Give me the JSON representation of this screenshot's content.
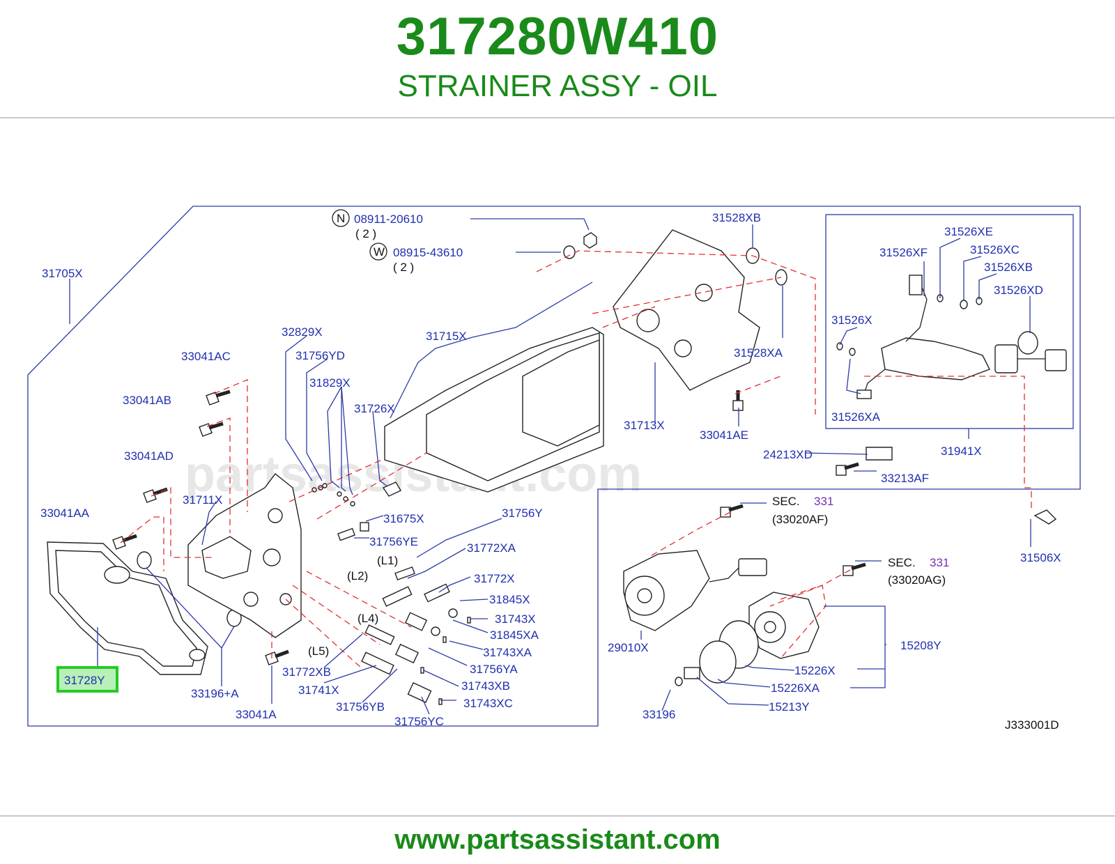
{
  "header": {
    "part_number": "317280W410",
    "part_name": "STRAINER ASSY - OIL"
  },
  "footer": {
    "url": "www.partsassistant.com"
  },
  "watermark": "partsassistant.com",
  "diagram": {
    "code": "J333001D",
    "highlight_color": "#22cc22",
    "labels": {
      "p31705X": "31705X",
      "p08911": "08911-20610",
      "p08911_qty": "( 2 )",
      "p08915": "08915-43610",
      "p08915_qty": "( 2 )",
      "sym_N": "N",
      "sym_W": "W",
      "p31528XB": "31528XB",
      "p31526XE": "31526XE",
      "p31526XF": "31526XF",
      "p31526XC": "31526XC",
      "p31526XB": "31526XB",
      "p31526XD": "31526XD",
      "p31526X": "31526X",
      "p31526XA": "31526XA",
      "p31528XA": "31528XA",
      "p32829X": "32829X",
      "p31756YD": "31756YD",
      "p31829X": "31829X",
      "p31715X": "31715X",
      "p31726X": "31726X",
      "p33041AC": "33041AC",
      "p33041AB": "33041AB",
      "p33041AD": "33041AD",
      "p31713X": "31713X",
      "p33041AE": "33041AE",
      "p24213XD": "24213XD",
      "p31941X": "31941X",
      "p33213AF": "33213AF",
      "p31711X": "31711X",
      "p31675X": "31675X",
      "p33041AA": "33041AA",
      "p31756Y": "31756Y",
      "p31756YE": "31756YE",
      "sec1": "SEC.",
      "sec1_num": "331",
      "sec1_ref": "(33020AF)",
      "p31506X": "31506X",
      "L1": "(L1)",
      "L2": "(L2)",
      "p31772XA": "31772XA",
      "p31772X": "31772X",
      "p31845X": "31845X",
      "p31743X": "31743X",
      "p31845XA": "31845XA",
      "L4": "(L4)",
      "p31743XA": "31743XA",
      "sec2": "SEC.",
      "sec2_num": "331",
      "sec2_ref": "(33020AG)",
      "L5": "(L5)",
      "p31756YA": "31756YA",
      "p29010X": "29010X",
      "p15208Y": "15208Y",
      "p31728Y": "31728Y",
      "p31772XB": "31772XB",
      "p31741X": "31741X",
      "p31743XB": "31743XB",
      "p15226X": "15226X",
      "p33196A": "33196+A",
      "p15226XA": "15226XA",
      "p31756YB": "31756YB",
      "p31743XC": "31743XC",
      "p33196": "33196",
      "p15213Y": "15213Y",
      "p33041A": "33041A",
      "p31756YC": "31756YC"
    }
  }
}
